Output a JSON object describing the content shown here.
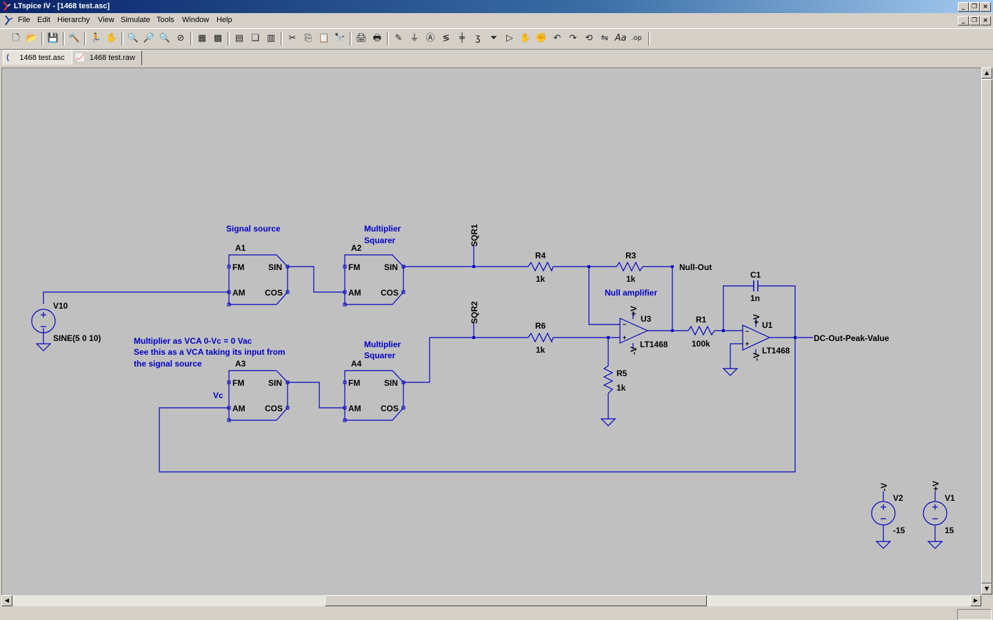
{
  "window": {
    "title": "LTspice IV - [1468 test.asc]"
  },
  "menubar": [
    "File",
    "Edit",
    "Hierarchy",
    "View",
    "Simulate",
    "Tools",
    "Window",
    "Help"
  ],
  "tabs": [
    {
      "label": "1468 test.asc"
    },
    {
      "label": "1468 test.raw"
    }
  ],
  "schematic": {
    "annotations": {
      "signal_source": "Signal source",
      "multiplier": "Multiplier",
      "squarer": "Squarer",
      "vca1": "Multiplier as VCA  0-Vc = 0 Vac",
      "vca2": "See this as a VCA taking its input from",
      "vca3": "the signal source",
      "null_amp": "Null amplifier",
      "vc": "Vc"
    },
    "blocks": [
      {
        "ref": "A1"
      },
      {
        "ref": "A2"
      },
      {
        "ref": "A3"
      },
      {
        "ref": "A4"
      }
    ],
    "pins": {
      "fm": "FM",
      "am": "AM",
      "sin": "SIN",
      "cos": "COS"
    },
    "nets": {
      "sqr1": "SQR1",
      "sqr2": "SQR2",
      "null_out": "Null-Out",
      "dc_out": "DC-Out-Peak-Value"
    },
    "components": {
      "r4": {
        "ref": "R4",
        "value": "1k"
      },
      "r3": {
        "ref": "R3",
        "value": "1k"
      },
      "r6": {
        "ref": "R6",
        "value": "1k"
      },
      "r5": {
        "ref": "R5",
        "value": "1k"
      },
      "r1": {
        "ref": "R1",
        "value": "100k"
      },
      "c1": {
        "ref": "C1",
        "value": "1n"
      },
      "u3": {
        "ref": "U3",
        "value": "LT1468"
      },
      "u1": {
        "ref": "U1",
        "value": "LT1468"
      },
      "v10": {
        "ref": "V10",
        "value": "SINE(5 0 10)"
      },
      "v2": {
        "ref": "V2",
        "value": "-15"
      },
      "v1": {
        "ref": "V1",
        "value": "15"
      }
    },
    "supply_labels": {
      "pos": "+V",
      "neg": "-V"
    },
    "colors": {
      "wire": "#0000c0",
      "text": "#000000",
      "annotation": "#0000c8",
      "canvas": "#c0c0c0"
    }
  }
}
